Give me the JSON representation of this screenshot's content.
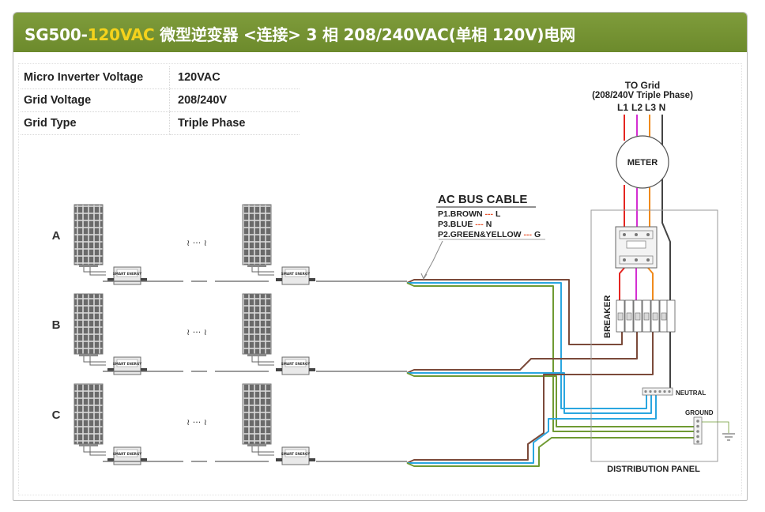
{
  "header": {
    "title_prefix": "SG500-",
    "title_highlight": "120VAC",
    "title_rest": " 微型逆变器 <连接> 3 相 208/240VAC(单相 120V)电网",
    "accent_color": "#f4d21c",
    "bar_color": "#7a9734"
  },
  "specs": [
    {
      "key": "Micro Inverter Voltage",
      "value": "120VAC"
    },
    {
      "key": "Grid  Voltage",
      "value": "208/240V"
    },
    {
      "key": "Grid Type",
      "value": "Triple Phase"
    }
  ],
  "rows": [
    {
      "label": "A",
      "ellipsis": "≀ ··· ≀"
    },
    {
      "label": "B",
      "ellipsis": "≀ ··· ≀"
    },
    {
      "label": "C",
      "ellipsis": "≀ ··· ≀"
    }
  ],
  "inverter_brand": "SMART ENERGY",
  "ac_bus": {
    "title": "AC BUS CABLE",
    "lines": [
      {
        "prefix": "P1.BROWN",
        "dash": "---",
        "suffix": "L"
      },
      {
        "prefix": "P3.BLUE",
        "dash": "---",
        "suffix": "N"
      },
      {
        "prefix": "P2.GREEN&YELLOW",
        "dash": "---",
        "suffix": "G"
      }
    ]
  },
  "grid": {
    "title": "TO Grid",
    "subtitle": "(208/240V Triple Phase)",
    "phases": [
      "L1",
      "L2",
      "L3",
      "N"
    ]
  },
  "labels": {
    "meter": "METER",
    "breaker": "BREAKER",
    "neutral": "NEUTRAL",
    "ground": "GROUND",
    "distribution_panel": "DISTRIBUTION PANEL"
  },
  "colors": {
    "brown": "#7b4a3a",
    "blue": "#2aa6e0",
    "green": "#6f9a32",
    "red": "#e52521",
    "magenta": "#d42fd2",
    "orange": "#f08a1c",
    "dash": "#e8502a"
  }
}
